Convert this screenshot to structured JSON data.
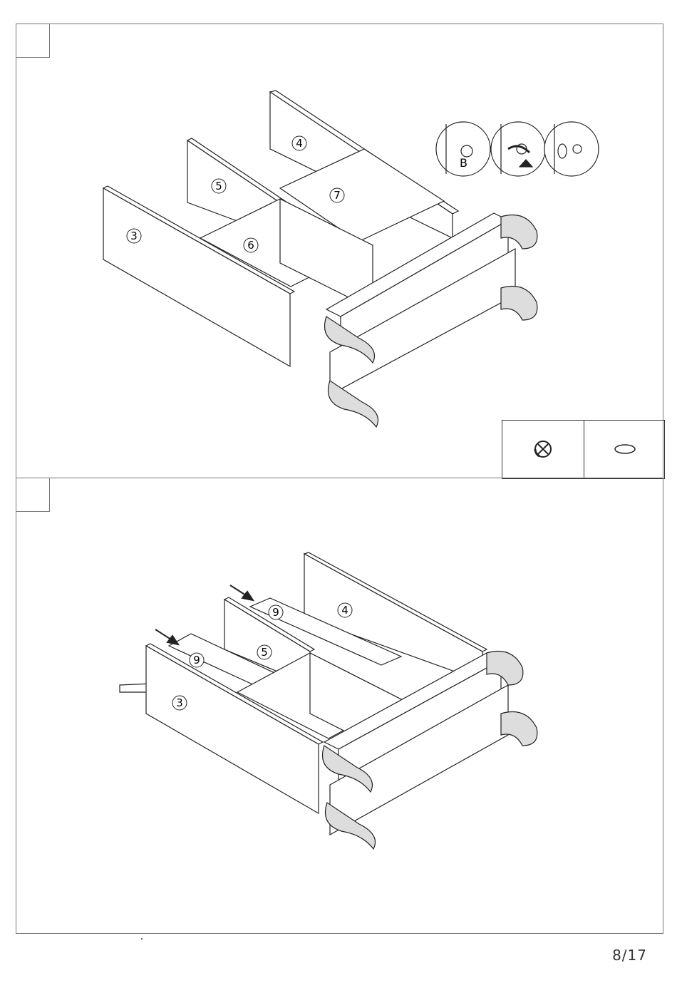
{
  "page": {
    "number": "8/17"
  },
  "step1": {
    "part_labels": [
      "4",
      "5",
      "7",
      "3",
      "6"
    ],
    "detail_label": "B"
  },
  "step2": {
    "part_labels": [
      "9",
      "4",
      "5",
      "9",
      "3"
    ]
  }
}
